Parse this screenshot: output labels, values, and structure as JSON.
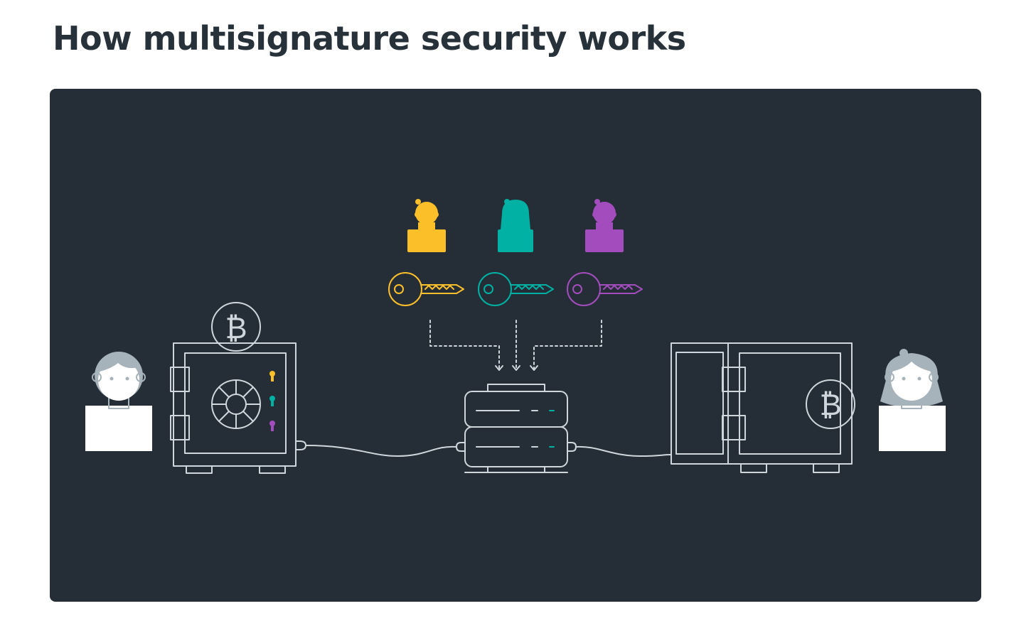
{
  "page": {
    "title": "How multisignature security works"
  },
  "diagram": {
    "background": "#252e36",
    "line_color": "#cfd6dc",
    "person_fill": "#ffffff",
    "hair_color": "#a7b3ba",
    "currency_symbol": "₿",
    "key_holders": [
      {
        "role": "signer-1",
        "color": "#fbbf2a"
      },
      {
        "role": "signer-2",
        "color": "#00b1a4"
      },
      {
        "role": "signer-3",
        "color": "#a34cbd"
      }
    ],
    "icons": [
      "person-icon",
      "key-icon",
      "safe-icon",
      "server-icon",
      "bitcoin-coin-icon",
      "keyhole-icon"
    ]
  }
}
